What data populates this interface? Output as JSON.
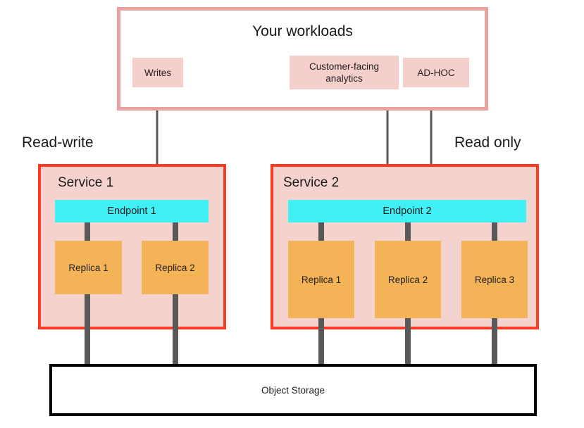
{
  "diagram": {
    "title": "Your workloads",
    "workloads": [
      {
        "id": "writes",
        "label": "Writes"
      },
      {
        "id": "customer-facing-analytics",
        "label": "Customer-facing analytics"
      },
      {
        "id": "ad-hoc",
        "label": "AD-HOC"
      }
    ],
    "side_labels": {
      "left": "Read-write",
      "right": "Read only"
    },
    "services": [
      {
        "id": "service-1",
        "title": "Service 1",
        "endpoint": "Endpoint 1",
        "replicas": [
          {
            "label": "Replica 1"
          },
          {
            "label": "Replica 2"
          }
        ]
      },
      {
        "id": "service-2",
        "title": "Service 2",
        "endpoint": "Endpoint 2",
        "replicas": [
          {
            "label": "Replica 1"
          },
          {
            "label": "Replica 2"
          },
          {
            "label": "Replica 3"
          }
        ]
      }
    ],
    "storage": {
      "label": "Object Storage"
    },
    "colors": {
      "workloads_frame_border": "#e8a2a0",
      "workload_chip_fill": "#f4cfcb",
      "service_border": "#fb3b24",
      "service_fill": "#f4d2ce",
      "endpoint_fill": "#40f0f5",
      "replica_fill": "#f5b358",
      "connector": "#58595b",
      "storage_border": "#000000",
      "text": "#1a1a1a"
    }
  }
}
